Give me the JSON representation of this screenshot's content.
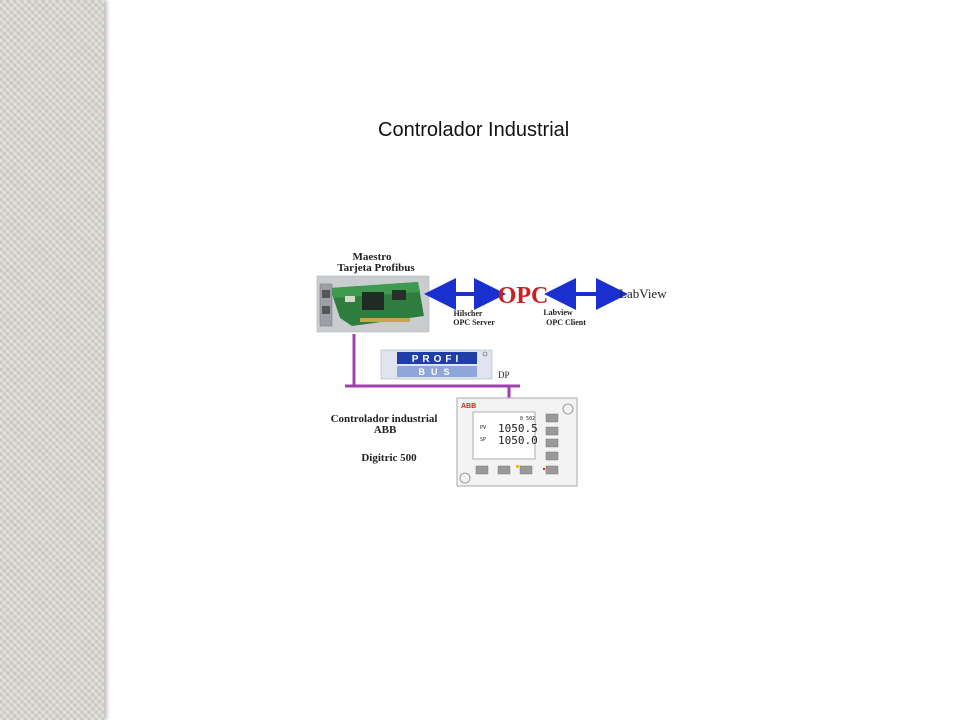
{
  "slide": {
    "title": "Controlador Industrial"
  },
  "diagram": {
    "master_label_1": "Maestro",
    "master_label_2": "Tarjeta Profibus",
    "opc_label": "OPC",
    "labview_label": "LabView",
    "server_label_1": "Hilscher",
    "server_label_2": "OPC  Server",
    "client_label_1": "Labview",
    "client_label_2": "OPC Client",
    "profibus_logo_top": "PROFI",
    "profibus_logo_bottom": "BUS",
    "dp_label": "DP",
    "controller_label_1": "Controlador industrial",
    "controller_label_2": "ABB",
    "controller_label_3": "Digitric 500",
    "device_brand": "ABB",
    "device_top_readout": "0 502",
    "device_pv_label": "PV",
    "device_pv_value": "1050.5",
    "device_sp_label": "SP",
    "device_sp_value": "1050.0",
    "colors": {
      "bus_line": "#a040b0",
      "arrow": "#1a2fd0",
      "opc": "#cc2020"
    }
  }
}
